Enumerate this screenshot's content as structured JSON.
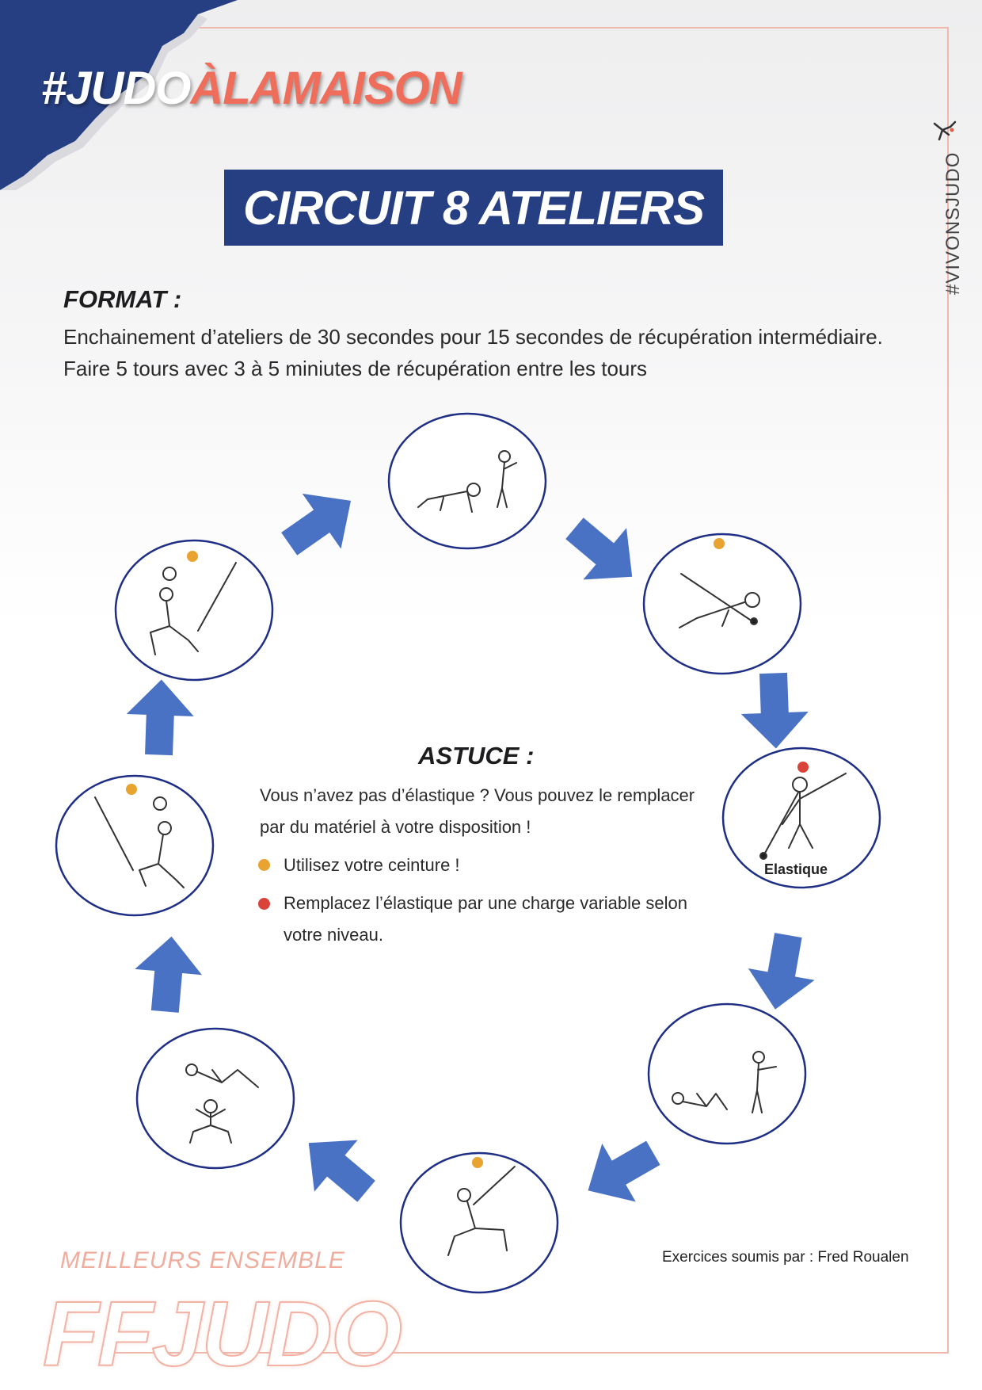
{
  "header": {
    "hashtag_part1": "#JUDO",
    "hashtag_part2": "ÀLAMAISON",
    "side_tag": "#VIVONSJUDO",
    "logo_text": "FFJudo"
  },
  "title": "CIRCUIT 8 ATELIERS",
  "format": {
    "heading": "FORMAT :",
    "text": "Enchainement d’ateliers de 30 secondes pour 15 secondes de récupération intermédiaire. Faire 5 tours avec 3 à 5 miniutes de récupération entre les tours"
  },
  "astuce": {
    "heading": "ASTUCE :",
    "intro": "Vous n’avez pas d’élastique ? Vous pouvez le remplacer par du matériel à votre disposition !",
    "tips": [
      {
        "text": "Utilisez votre ceinture !",
        "color": "#e8a330"
      },
      {
        "text": "Remplacez l’élastique par une charge variable selon votre niveau.",
        "color": "#d9433a"
      }
    ]
  },
  "stations": [
    {
      "name": "station-1",
      "label": "",
      "marker": "none"
    },
    {
      "name": "station-2",
      "label": "",
      "marker": "#e8a330"
    },
    {
      "name": "station-3",
      "label": "Elastique",
      "marker": "#d9433a"
    },
    {
      "name": "station-4",
      "label": "",
      "marker": "none"
    },
    {
      "name": "station-5",
      "label": "",
      "marker": "#e8a330"
    },
    {
      "name": "station-6",
      "label": "",
      "marker": "none"
    },
    {
      "name": "station-7",
      "label": "",
      "marker": "#e8a330"
    },
    {
      "name": "station-8",
      "label": "",
      "marker": "#e8a330"
    }
  ],
  "colors": {
    "navy": "#263f82",
    "arrow": "#4a72c4",
    "circle": "#1f2f86",
    "coral": "#ee6e5b"
  },
  "credit": "Exercices soumis par : Fred Roualen",
  "footer": {
    "slogan": "MEILLEURS ENSEMBLE",
    "brand": "FFJUDO"
  }
}
